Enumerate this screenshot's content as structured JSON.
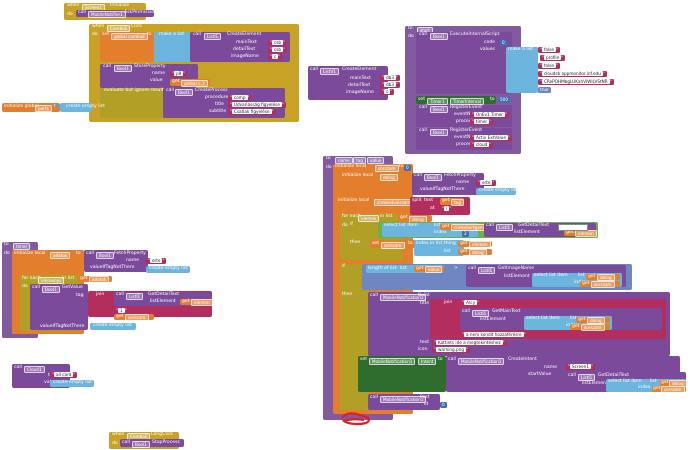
{
  "ev_init": {
    "when": "when",
    "comp": "Screen1",
    "ev": "Initialize",
    "do": "do",
    "call": "call",
    "comp2": "MobileNotifier1",
    "method": "AskPermission"
  },
  "ev_combo": {
    "when": "when",
    "comp": "ComboE",
    "ev": "Click",
    "do": "do",
    "set": "set",
    "var": "global comboE",
    "to": "to",
    "makelist": "make a list",
    "call": "call",
    "comp2": "ListI1",
    "method": "CreateElement",
    "p1": "mainText",
    "p2": "detailText",
    "p3": "imageName",
    "s1": "csb",
    "s2": "csb",
    "s3": "c",
    "call2": "call",
    "comp3": "Bool1",
    "method2": "StoreProperty",
    "p4": "name",
    "p5": "value",
    "s4": "p9",
    "get": "get",
    "gv": "global c..t",
    "eval": "evaluate but ignore result",
    "call3": "call",
    "comp4": "Bool1",
    "method3": "CreateProcess",
    "p6": "procedure",
    "p7": "title",
    "p8": "subtitle",
    "s6": "comp",
    "s7": "Udvariasság figyelése",
    "s8": "Csatlak figyelése"
  },
  "global_init": {
    "init": "initialize global",
    "var": "parts",
    "to": "to",
    "create": "create empty list"
  },
  "mid_create": {
    "call": "call",
    "comp": "ListV1",
    "method": "CreateElement",
    "p1": "mainText",
    "p2": "detailText",
    "p3": "imageName",
    "s1": "db3",
    "s2": "db3",
    "s3": "c"
  },
  "top_right": {
    "to": "to",
    "name": "start",
    "do": "do",
    "call": "call",
    "comp": "Bool1",
    "method": "ExecuteInternalScript",
    "p1": "code",
    "p2": "values",
    "n1": "0",
    "makelist": "make a list",
    "l1": "false",
    "l2": "profile",
    "l3": "false",
    "l4": "cloudsb appmonitor.inf.edu",
    "l5": "CRePOHMbgLUKahVIWILVStNR",
    "l6": "true",
    "set": "set",
    "comp2": "Timer1",
    "prop": "TimerInterval",
    "to2": "to",
    "n2": "500",
    "call2": "call",
    "comp3": "Bool1",
    "method2": "RegisterEvent",
    "p3": "eventName",
    "p4": "procedure",
    "s3": "OnEv1 Timer",
    "s4": "timer",
    "call3": "call",
    "comp4": "Bool1",
    "method3": "RegisterEvent",
    "p5": "eventName",
    "p6": "procedure",
    "s5": "Activ ExtValue",
    "s6": "cloud"
  },
  "cloud_proc": {
    "to": "to",
    "name": "name",
    "a1": "tag",
    "a2": "value",
    "do": "do",
    "init": "initialize local",
    "v1": "sorszam",
    "to2": "to",
    "init2": "initialize local",
    "v2": "dolog",
    "call": "call",
    "comp": "Bool1",
    "method": "FetchProperty",
    "p1": "name",
    "p2": "valueIfTagNotThere",
    "s1": "erte",
    "create": "create empty list",
    "init3": "initialize local",
    "v3": "cimkeidvalszam",
    "split": "split",
    "text": "text",
    "get": "get",
    "tag": "tag",
    "at": "at",
    "s2": "i",
    "foreach": "for each",
    "item": "elemek",
    "inlist": "in list",
    "get2": "get",
    "dolog": "dolog",
    "do2": "do",
    "if": "if",
    "selitem": "select list item",
    "list": "list",
    "index": "index",
    "get3": "get",
    "cimke": "cimkeleirtgem",
    "eq": "=",
    "call2": "call",
    "comp2": "ListI1",
    "method2": "GetDetailText",
    "listel": "listElement",
    "get4": "get",
    "elem": "elemen",
    "then": "then",
    "set": "set",
    "sorszam": "sorszam",
    "to3": "to",
    "indexof": "index in list",
    "thing": "thing",
    "list2": "list",
    "get5": "get",
    "elem2": "elemen",
    "get6": "get",
    "dolog2": "dolog",
    "if2": "if",
    "lengthof": "length of list",
    "list3": "list",
    "get7": "get",
    "value": "value",
    "gt": ">",
    "call3": "call",
    "comp3": "ListI1",
    "method3": "GetImageName",
    "listel2": "listElement",
    "selitem2": "select list item",
    "list4": "list",
    "get8": "get",
    "dolog3": "dolog",
    "index2": "index",
    "get9": "get",
    "sorszam2": "sorszam",
    "then2": "then",
    "call4": "call",
    "comp4": "MobileNotification1",
    "method4": "Build",
    "title": "title",
    "join": "join",
    "s3": "Arcy",
    "call5": "call",
    "comp5": "ListI1",
    "method5": "GetMainText",
    "listel3": "listElement",
    "selitem3": "select list item",
    "list5": "list",
    "get10": "get",
    "dolog4": "dolog",
    "index3": "index",
    "get11": "get",
    "sorszam3": "sorszam",
    "s4": "a nem kondit hozzáférésre",
    "text2": "text",
    "s5": "Kattints ide a megtekintéshez",
    "icon": "icon",
    "s6": "warning.png",
    "set2": "set",
    "comp6": "MobileNotification1",
    "prop6": "Intent",
    "to4": "to",
    "call6": "call",
    "comp7": "MobileNotification1",
    "method6": "CreateIntent",
    "s7": "Screen1",
    "startval": "startValue",
    "call7": "call",
    "comp8": "ListI1",
    "method7": "GetDetailText",
    "listel4": "listElement",
    "selitem4": "select list item",
    "list6": "list",
    "get12": "get",
    "dolog5": "dolog",
    "index4": "index",
    "get13": "get",
    "sorszam4": "sorszam",
    "call8": "call",
    "comp9": "MobileNotification1",
    "method8": "Post",
    "id": "id",
    "n1": "0"
  },
  "timer_proc": {
    "to": "to",
    "name": "timer",
    "do": "do",
    "init": "initialize local",
    "v": "adatok",
    "to2": "to",
    "call": "call",
    "comp": "Bool1",
    "method": "FetchProperty",
    "p1": "name",
    "p2": "valueIfTagNotThere",
    "s1": "erte",
    "create": "create empty list",
    "foreach": "for each",
    "item": "elemenys",
    "inlist": "in list",
    "get": "get",
    "adatok": "adatok",
    "do2": "do",
    "call2": "call",
    "comp2": "Bool1",
    "method2": "GetValue",
    "p3": "tag",
    "join": "join",
    "call3": "call",
    "comp3": "ListI1",
    "method3": "GetDetailText",
    "listel": "listElement",
    "get2": "get",
    "elem": "elemen",
    "s2": "1",
    "get3": "get",
    "sorszam": "sorszam",
    "p4": "valueIfTagNotThere",
    "create2": "create empty list"
  },
  "clear_call": {
    "call": "call",
    "comp": "Cloud1",
    "method": "",
    "p1": "tag",
    "p2": "value",
    "s1": "all card",
    "create": "create empty list"
  },
  "ev_long": {
    "when": "when",
    "comp": "ComboE",
    "ev": "LongClick",
    "do": "do",
    "call": "call",
    "comp2": "Bool1",
    "method": "StopProcess"
  },
  "colors": {
    "event": "#c8a225",
    "component": "#7b4a9a",
    "variable": "#e37e2d",
    "list": "#6bb5de",
    "control": "#b1a025",
    "text": "#b32d5e",
    "math": "#3f71b5",
    "procedure": "#825aa0",
    "notifier": "#2f6d2f"
  }
}
